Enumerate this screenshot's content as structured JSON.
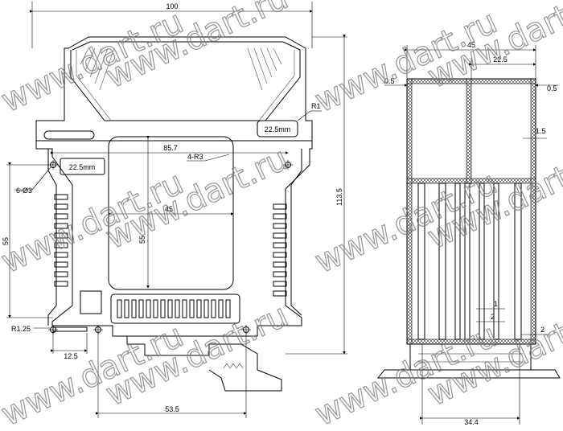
{
  "watermark": "www.dart.ru",
  "front_view": {
    "dims": {
      "overall_width": "100",
      "height": "113.5",
      "left_height": "55",
      "inner_width": "85.7",
      "window_width": "45",
      "window_height": "55",
      "pitch_bottom": "53.5",
      "slot_width": "12.5",
      "radius_small": "R1.25",
      "radius_top": "R1",
      "corner_radius": "4-R3",
      "holes": "6-Ø3"
    },
    "labels": {
      "label_top_right": "22.5mm",
      "label_left": "22.5mm"
    }
  },
  "side_view": {
    "dims": {
      "overall_depth": "45",
      "inner_depth": "22.5",
      "wall_left": "0.5",
      "wall_right": "0.5",
      "wall_side": "1.5",
      "rib_1": "1",
      "rib_2": "2",
      "rib_3": "2",
      "bottom_width": "34.4"
    }
  }
}
